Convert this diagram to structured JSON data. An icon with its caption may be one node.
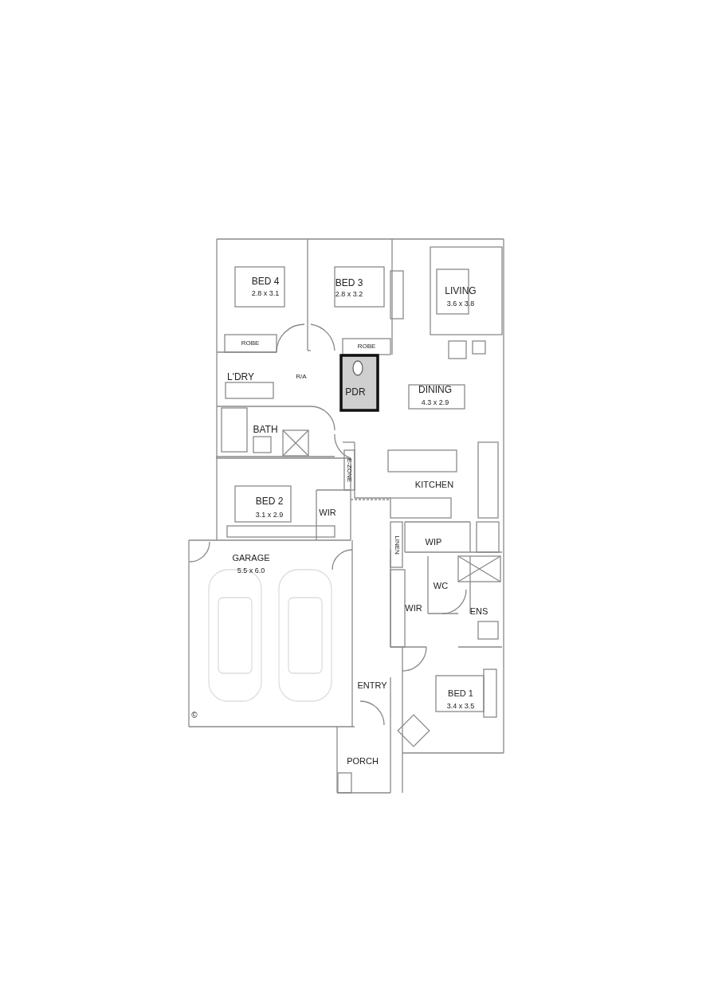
{
  "diagram": {
    "labels": [
      "BED 4",
      "2.8 x 3.1",
      "BED 3",
      "2.8 x 3.2",
      "LIVING",
      "3.6 x 3.8",
      "ROBE",
      "ROBE",
      "L'DRY",
      "R/A",
      "PDR",
      "DINING",
      "4.3 x 2.9",
      "BATH",
      "E-ZONE",
      "KITCHEN",
      "BED 2",
      "3.1 x 2.9",
      "WIR",
      "LINEN",
      "WIP",
      "GARAGE",
      "5.5 x 6.0",
      "WC",
      "WIR",
      "ENS",
      "ENTRY",
      "BED 1",
      "3.4 x 3.5",
      "©",
      "PORCH"
    ]
  }
}
